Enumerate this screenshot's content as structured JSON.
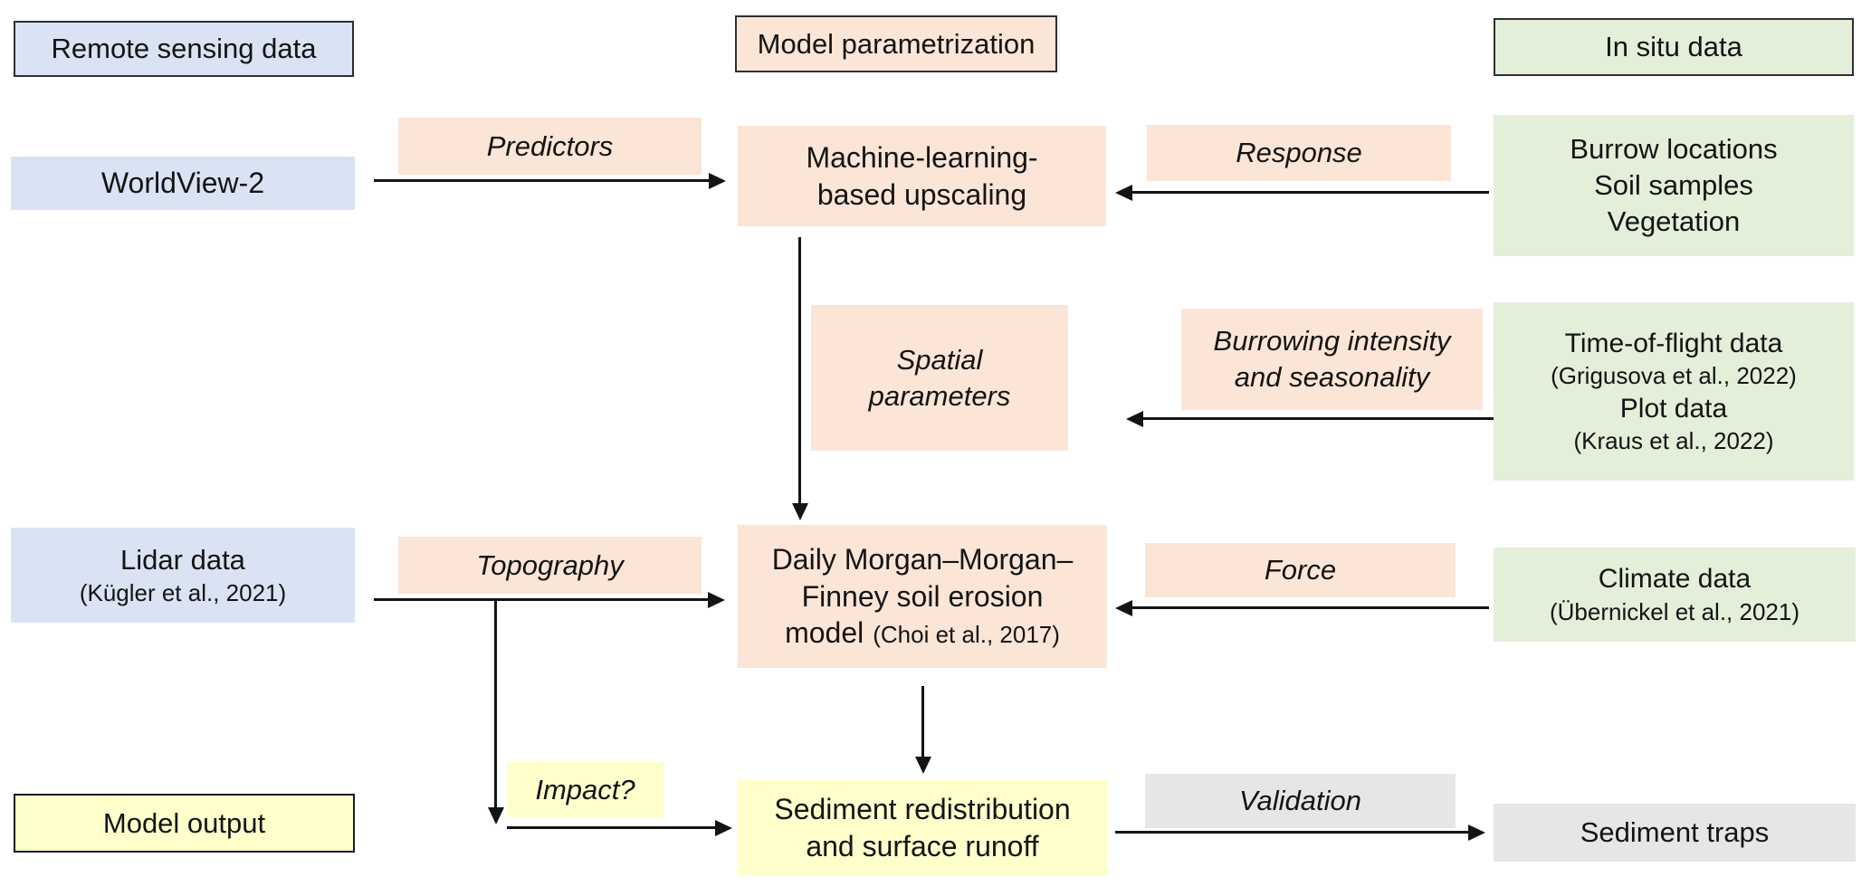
{
  "colors": {
    "blue": "#dae3f3",
    "peach": "#fbe5d6",
    "green": "#e3efd9",
    "yellow": "#ffffcc",
    "gray": "#e7e6e6",
    "border": "#2f2f2f",
    "arrow": "#141414"
  },
  "headers": {
    "remote_sensing": "Remote sensing data",
    "model_parametrization": "Model parametrization",
    "in_situ": "In situ data",
    "model_output": "Model output"
  },
  "nodes": {
    "worldview": {
      "label": "WorldView-2"
    },
    "machine_learning": {
      "line1": "Machine-learning-",
      "line2": "based upscaling"
    },
    "burrow": {
      "line1": "Burrow locations",
      "line2": "Soil samples",
      "line3": "Vegetation"
    },
    "spatial": {
      "line1": "Spatial",
      "line2": "parameters"
    },
    "time_of_flight": {
      "line1": "Time-of-flight data",
      "cite1": "(Grigusova et al., 2022)",
      "line2": "Plot data",
      "cite2": "(Kraus et al., 2022)"
    },
    "lidar": {
      "line1": "Lidar data",
      "cite": "(Kügler et al., 2021)"
    },
    "daily_mmf": {
      "line1": "Daily Morgan–Morgan–",
      "line2": "Finney soil erosion",
      "line3_main": "model",
      "line3_cite": "(Choi et al., 2017)"
    },
    "climate": {
      "line1": "Climate data",
      "cite": "(Übernickel et al., 2021)"
    },
    "sediment_redistribution": {
      "line1": "Sediment redistribution",
      "line2": "and surface runoff"
    },
    "sediment_traps": {
      "label": "Sediment traps"
    }
  },
  "edge_labels": {
    "predictors": "Predictors",
    "response": "Response",
    "burrowing": {
      "line1": "Burrowing intensity",
      "line2": "and seasonality"
    },
    "topography": "Topography",
    "force": "Force",
    "impact": "Impact?",
    "validation": "Validation"
  }
}
